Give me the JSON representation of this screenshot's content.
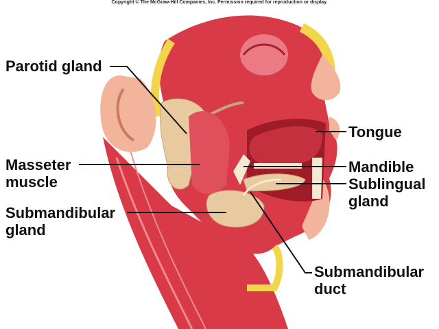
{
  "copyright": "Copyright © The McGraw-Hill Companies, Inc. Permission required for reproduction or display.",
  "labels": {
    "parotid": [
      "Parotid gland"
    ],
    "masseter": [
      "Masseter",
      "muscle"
    ],
    "submandibular_gland": [
      "Submandibular",
      "gland"
    ],
    "tongue": [
      "Tongue"
    ],
    "mandible": [
      "Mandible"
    ],
    "sublingual": [
      "Sublingual",
      "gland"
    ],
    "submandibular_duct": [
      "Submandibular",
      "duct"
    ]
  },
  "colors": {
    "muscle": "#d93a48",
    "muscle_light": "#ec7a84",
    "fat": "#f2d54a",
    "gland": "#e8c9a0",
    "skin": "#f2b49a",
    "bone": "#f3ead2"
  }
}
